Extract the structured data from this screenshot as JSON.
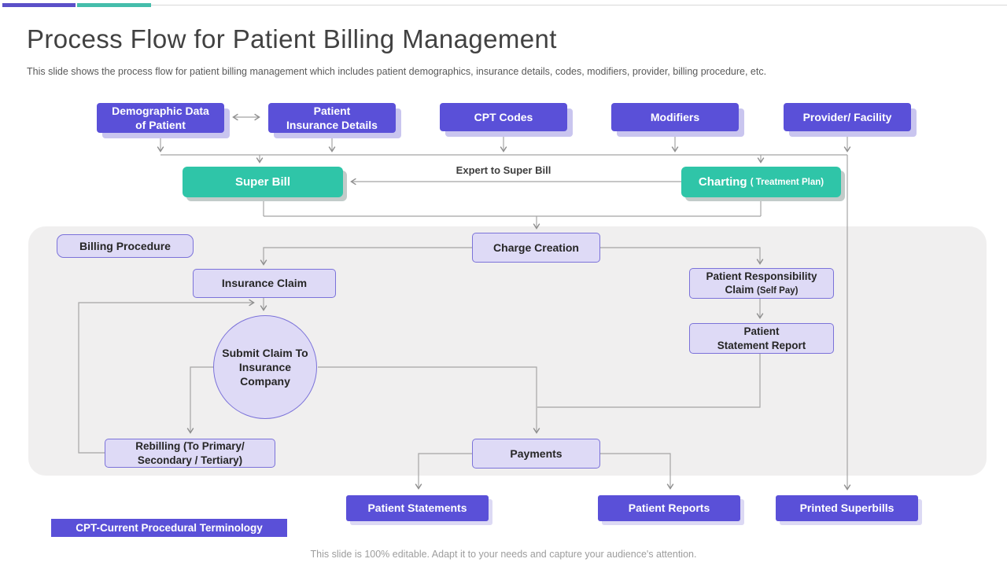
{
  "header": {
    "title": "Process Flow for Patient Billing Management",
    "subtitle": "This slide shows the process flow for patient billing management which includes patient demographics, insurance details, codes, modifiers, provider, billing procedure, etc."
  },
  "top_row": [
    {
      "label": "Demographic Data\nof Patient"
    },
    {
      "label": "Patient\nInsurance Details"
    },
    {
      "label": "CPT Codes"
    },
    {
      "label": "Modifiers"
    },
    {
      "label": "Provider/ Facility"
    }
  ],
  "flow": {
    "super_bill": "Super Bill",
    "expert_label": "Expert to Super Bill",
    "charting_main": "Charting",
    "charting_sub": "( Treatment Plan)",
    "billing_procedure": "Billing Procedure",
    "charge_creation": "Charge Creation",
    "insurance_claim": "Insurance Claim",
    "patient_resp_line1": "Patient Responsibility",
    "patient_resp_line2_main": "Claim",
    "patient_resp_line2_sub": "(Self Pay)",
    "patient_statement_report": "Patient\nStatement Report",
    "submit_claim_circle": "Submit Claim To\nInsurance\nCompany",
    "rebilling": "Rebilling (To Primary/\nSecondary / Tertiary)",
    "payments": "Payments"
  },
  "bottom_row": [
    {
      "label": "Patient Statements"
    },
    {
      "label": "Patient Reports"
    },
    {
      "label": "Printed Superbills"
    }
  ],
  "legend": "CPT-Current Procedural Terminology",
  "footer": "This slide is 100% editable. Adapt it to your needs and capture your audience's attention.",
  "colors": {
    "accent_purple": "#5a50d8",
    "accent_teal": "#2fc5a8",
    "lavender_fill": "#dedaf6",
    "lavender_border": "#7b72d9",
    "panel_gray": "#f0efef",
    "connector_gray": "#a5a5a5"
  }
}
